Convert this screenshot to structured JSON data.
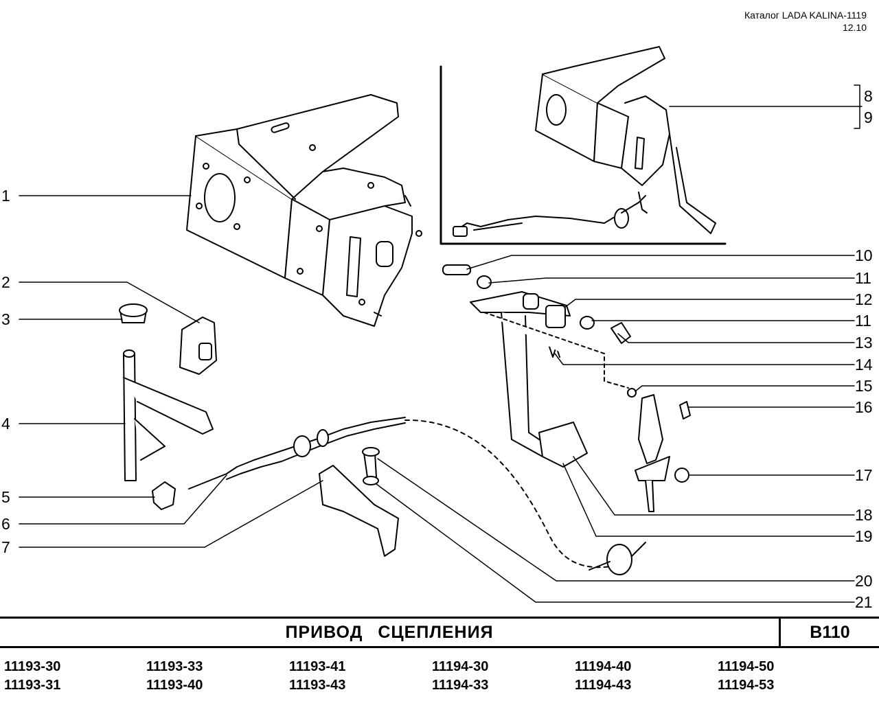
{
  "header": {
    "catalog": "Каталог LADA KALINA-1119",
    "date": "12.10"
  },
  "callouts": {
    "c1": "1",
    "c2": "2",
    "c3": "3",
    "c4": "4",
    "c5": "5",
    "c6": "6",
    "c7": "7",
    "c8": "8",
    "c9": "9",
    "c10": "10",
    "c11a": "11",
    "c12": "12",
    "c11b": "11",
    "c13": "13",
    "c14": "14",
    "c15": "15",
    "c16": "16",
    "c17": "17",
    "c18": "18",
    "c19": "19",
    "c20": "20",
    "c21": "21"
  },
  "footer": {
    "title": "ПРИВОД СЦЕПЛЕНИЯ",
    "code": "B110",
    "models": [
      [
        "11193-30",
        "11193-31"
      ],
      [
        "11193-33",
        "11193-40"
      ],
      [
        "11193-41",
        "11193-43"
      ],
      [
        "11194-30",
        "11194-33"
      ],
      [
        "11194-40",
        "11194-43"
      ],
      [
        "11194-50",
        "11194-53"
      ]
    ]
  }
}
